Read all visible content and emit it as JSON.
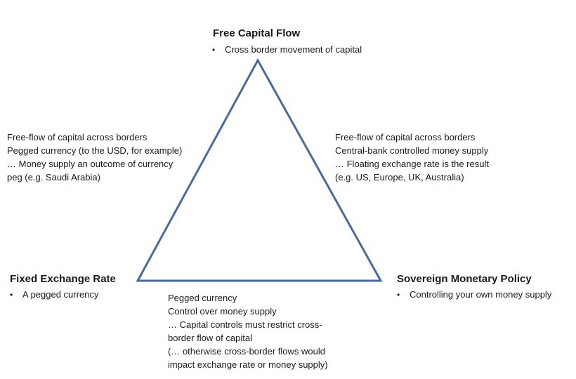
{
  "vertices": {
    "top": {
      "title": "Free Capital Flow",
      "bullet": "Cross border movement of capital"
    },
    "left": {
      "title": "Fixed Exchange Rate",
      "bullet": "A pegged currency"
    },
    "right": {
      "title": "Sovereign Monetary Policy",
      "bullet": "Controlling your own money supply"
    }
  },
  "edges": {
    "left": {
      "lines": [
        "Free-flow of capital across borders",
        "Pegged currency (to the USD, for example)",
        "… Money supply an outcome of currency",
        "peg (e.g. Saudi Arabia)"
      ]
    },
    "right": {
      "lines": [
        "Free-flow of capital across borders",
        "Central-bank controlled money supply",
        "… Floating exchange rate is the result",
        "(e.g. US, Europe, UK, Australia)"
      ]
    },
    "bottom": {
      "lines": [
        "Pegged currency",
        "Control over money supply",
        "… Capital controls must restrict cross-",
        "border flow of capital",
        "(… otherwise cross-border flows would",
        "impact exchange rate or money supply)"
      ]
    }
  },
  "colors": {
    "triangle_stroke": "#4a6a99",
    "text": "#1a1a1a"
  }
}
